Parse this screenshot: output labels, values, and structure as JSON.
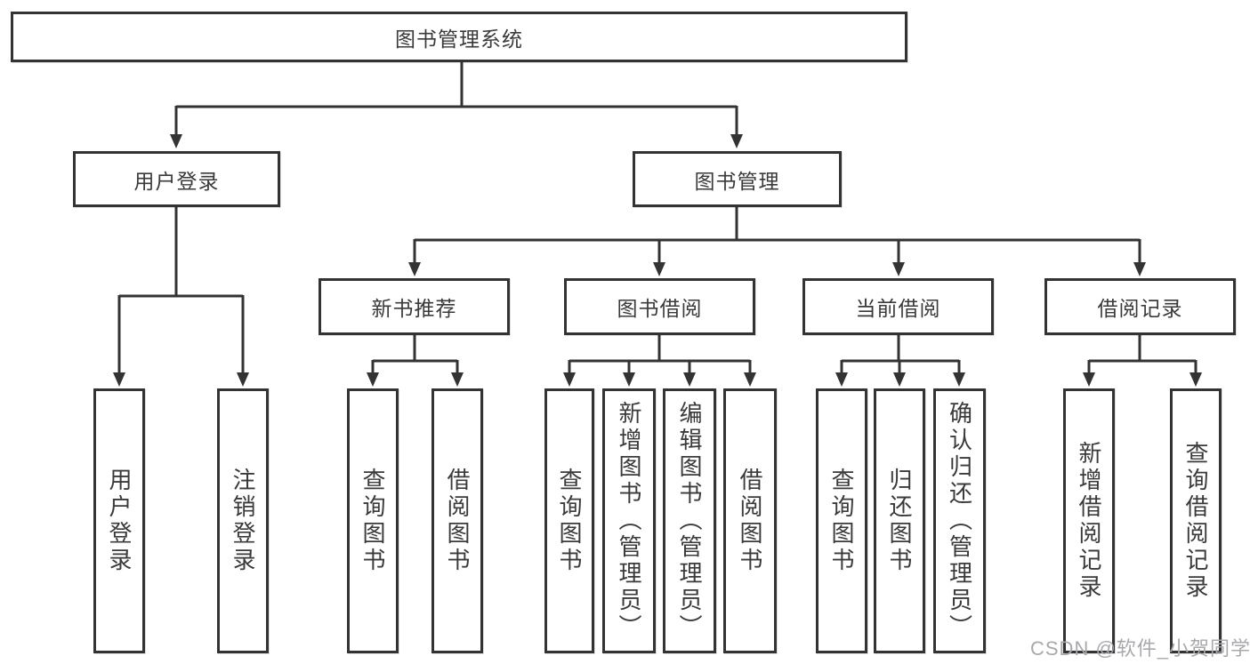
{
  "tree": {
    "label": "图书管理系统",
    "children": [
      {
        "label": "用户登录",
        "children": [
          {
            "label": "用户登录"
          },
          {
            "label": "注销登录"
          }
        ]
      },
      {
        "label": "图书管理",
        "children": [
          {
            "label": "新书推荐",
            "children": [
              {
                "label": "查询图书"
              },
              {
                "label": "借阅图书"
              }
            ]
          },
          {
            "label": "图书借阅",
            "children": [
              {
                "label": "查询图书"
              },
              {
                "label": "新增图书（管理员）"
              },
              {
                "label": "编辑图书（管理员）"
              },
              {
                "label": "借阅图书"
              }
            ]
          },
          {
            "label": "当前借阅",
            "children": [
              {
                "label": "查询图书"
              },
              {
                "label": "归还图书"
              },
              {
                "label": "确认归还（管理员）"
              }
            ]
          },
          {
            "label": "借阅记录",
            "children": [
              {
                "label": "新增借阅记录"
              },
              {
                "label": "查询借阅记录"
              }
            ]
          }
        ]
      }
    ]
  },
  "watermark": "CSDN @软件_小贺同学",
  "colors": {
    "line": "#333333",
    "text": "#3a3a3a",
    "watermark": "#a9a9ad",
    "background": "#ffffff"
  }
}
